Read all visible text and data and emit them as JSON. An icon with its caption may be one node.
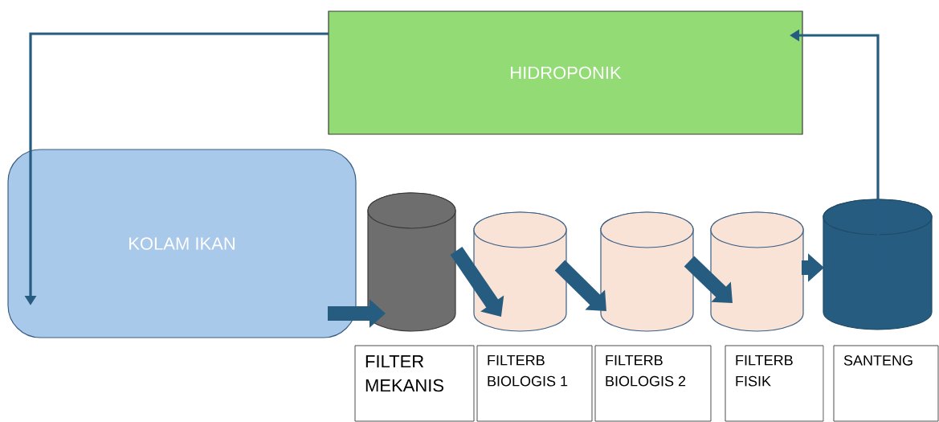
{
  "diagram": {
    "nodes": [
      {
        "text": [
          "HIDROPONIK"
        ]
      },
      {
        "text": [
          "KOLAM IKAN"
        ]
      },
      {
        "text": [],
        "shape": "cylinder"
      },
      {
        "text": [],
        "shape": "cylinder"
      },
      {
        "text": [],
        "shape": "cylinder"
      },
      {
        "text": [],
        "shape": "cylinder"
      },
      {
        "text": [],
        "shape": "cylinder"
      },
      {
        "text": [
          "FILTER MEKANIS"
        ]
      },
      {
        "text": [
          "FILTERB BIOLOGIS 1"
        ]
      },
      {
        "text": [
          "FILTERB BIOLOGIS 2"
        ]
      },
      {
        "text": [
          "FILTERB FISIK"
        ]
      },
      {
        "text": [
          "SANTENG"
        ]
      }
    ],
    "edges": [
      {
        "from": 0,
        "to": 1,
        "arrow": "to"
      },
      {
        "from": 1,
        "to": 2,
        "arrow": "to"
      },
      {
        "from": 2,
        "to": 3,
        "arrow": "to"
      },
      {
        "from": 3,
        "to": 4,
        "arrow": "to"
      },
      {
        "from": 4,
        "to": 5,
        "arrow": "to"
      },
      {
        "from": 5,
        "to": 6,
        "arrow": "to"
      },
      {
        "from": 6,
        "to": 0,
        "arrow": "to"
      }
    ]
  }
}
